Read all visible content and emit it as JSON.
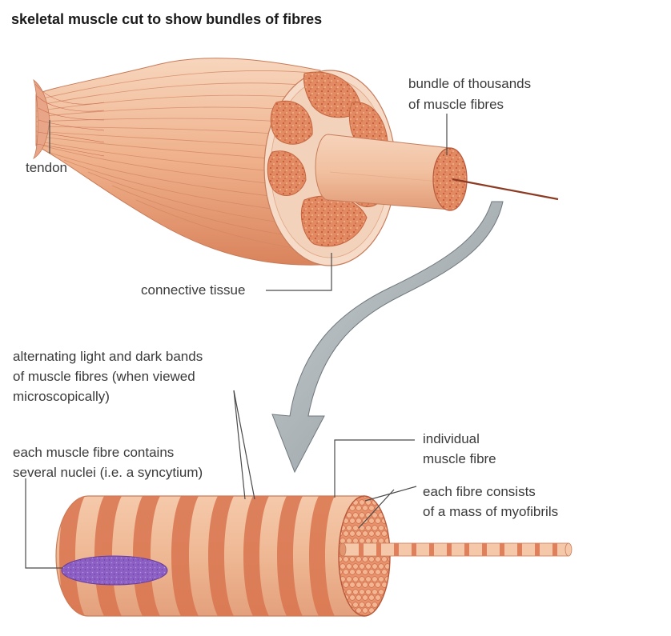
{
  "title": "skeletal muscle cut to show bundles of fibres",
  "labels": {
    "tendon": "tendon",
    "bundle_line1": "bundle of thousands",
    "bundle_line2": "of muscle fibres",
    "connective_tissue": "connective tissue",
    "bands_line1": "alternating light and dark bands",
    "bands_line2": "of muscle fibres (when viewed",
    "bands_line3": "microscopically)",
    "nuclei_line1": "each muscle fibre contains",
    "nuclei_line2": "several nuclei (i.e. a syncytium)",
    "individual_line1": "individual",
    "individual_line2": "muscle fibre",
    "myofibrils_line1": "each fibre consists",
    "myofibrils_line2": "of a mass of myofibrils"
  },
  "colors": {
    "muscle_light": "#f3c4a2",
    "muscle_mid": "#e8906a",
    "muscle_dark": "#c75a3c",
    "bundle_fill": "#e2865d",
    "nucleus": "#8a5ec0",
    "arrow": "#9aa3a8",
    "line": "#4a4a4a"
  }
}
